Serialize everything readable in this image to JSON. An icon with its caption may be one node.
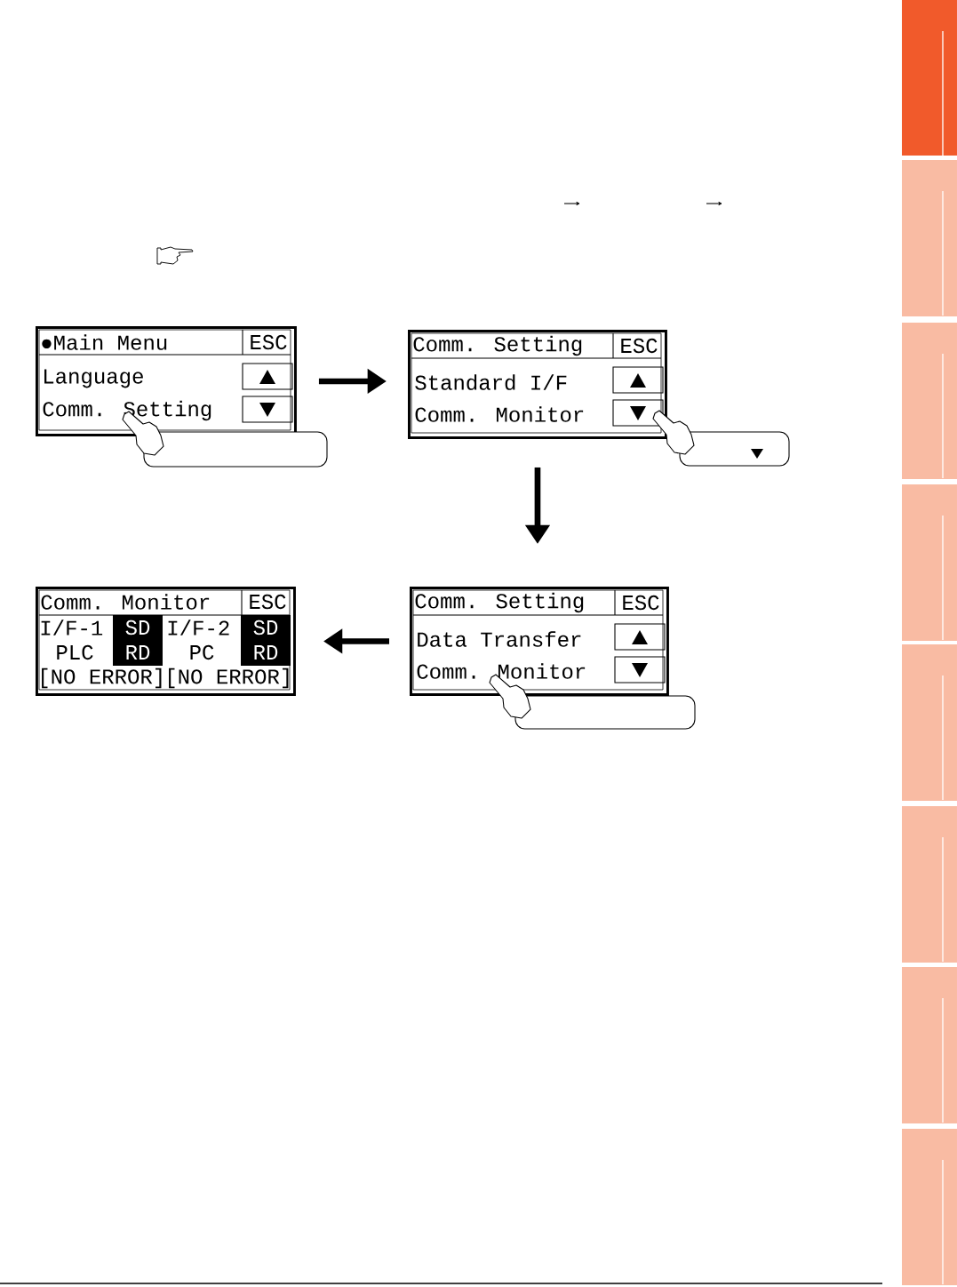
{
  "diagram": {
    "nodes": [
      {
        "text": [
          "●Main Menu",
          "ESC",
          "Language",
          "Comm. Setting"
        ]
      },
      {
        "text": [
          "Comm. Setting",
          "ESC",
          "Standard I/F",
          "Comm. Monitor"
        ]
      },
      {
        "text": [
          "Comm. Monitor",
          "ESC",
          "I/F-1",
          "SD",
          "I/F-2",
          "SD",
          "PLC",
          "RD",
          "PC",
          "RD",
          "[NO ERROR]",
          "[NO ERROR]"
        ]
      },
      {
        "text": [
          "Comm. Setting",
          "ESC",
          "Data Transfer",
          "Comm. Monitor"
        ]
      }
    ],
    "edges": [
      {
        "from": 0,
        "to": 1,
        "arrow": "to"
      },
      {
        "from": 1,
        "to": 3,
        "arrow": "to"
      },
      {
        "from": 3,
        "to": 2,
        "arrow": "to"
      }
    ]
  }
}
